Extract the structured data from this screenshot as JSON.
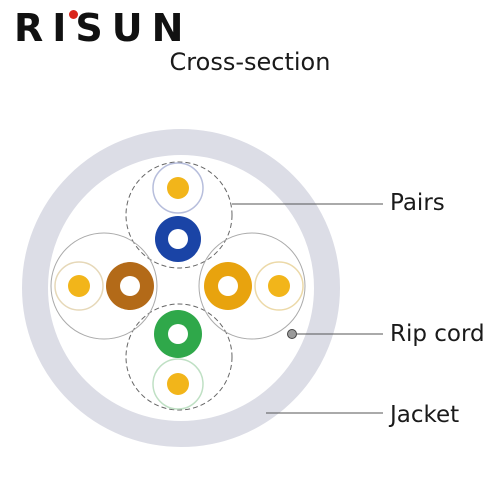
{
  "brand": {
    "logo_text": "RISUN"
  },
  "title": "Cross-section",
  "labels": {
    "pairs": "Pairs",
    "rip_cord": "Rip cord",
    "jacket": "Jacket"
  },
  "colors": {
    "jacket": "#dcdde6",
    "pair_outline": "#9a9a9a",
    "blue": "#1a44a6",
    "orange": "#e8a30e",
    "brown": "#b36a18",
    "green": "#2fa84a",
    "conductor": "#f2b51a"
  }
}
